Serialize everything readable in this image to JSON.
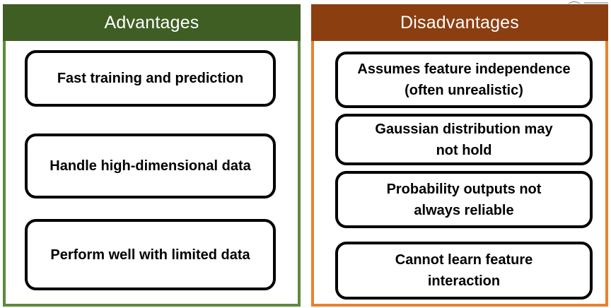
{
  "advantages": {
    "title": "Advantages",
    "items": [
      "Fast training and prediction",
      "Handle high-dimensional data",
      "Perform well with limited data"
    ]
  },
  "disadvantages": {
    "title": "Disadvantages",
    "items": [
      "Assumes feature independence\n(often unrealistic)",
      "Gaussian distribution may\nnot hold",
      "Probability outputs not\nalways reliable",
      "Cannot learn feature\ninteraction"
    ]
  },
  "colors": {
    "advantages_header": "#3e5e23",
    "advantages_border": "#5e8a3a",
    "disadvantages_header": "#8b3e10",
    "disadvantages_border": "#e8822e"
  }
}
